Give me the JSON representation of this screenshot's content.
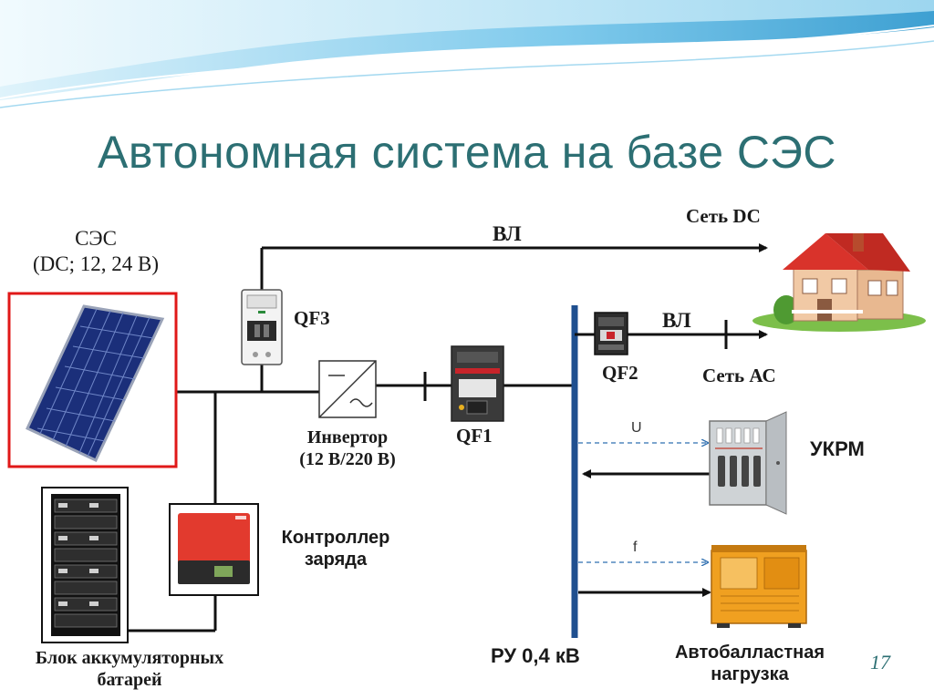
{
  "title": "Автономная система на базе СЭС",
  "page_number": "17",
  "labels": {
    "ses_line1": "СЭС",
    "ses_line2": "(DC; 12, 24 В)",
    "vl_top": "ВЛ",
    "set_dc": "Сеть DC",
    "qf3": "QF3",
    "qf1": "QF1",
    "qf2": "QF2",
    "vl_mid": "ВЛ",
    "set_ac": "Сеть АС",
    "inverter_line1": "Инвертор",
    "inverter_line2": "(12 В/220 В)",
    "ukrm": "УКРМ",
    "u_signal": "U",
    "f_signal": "f",
    "controller_line1": "Контроллер",
    "controller_line2": "заряда",
    "battery_line1": "Блок аккумуляторных",
    "battery_line2": "батарей",
    "ru": "РУ 0,4 кВ",
    "autoballast_line1": "Автобалластная",
    "autoballast_line2": "нагрузка"
  },
  "colors": {
    "title": "#2c6f73",
    "wave_dark": "#4aa9d6",
    "wave_light": "#b9e3f5",
    "busbar": "#1f4f8f",
    "signal_dashed": "#2f6fb0",
    "panel_frame": "#e01818",
    "house_roof": "#d9332b",
    "controller_red": "#e23a2e",
    "load_orange": "#f0a020"
  },
  "icons": {
    "solar_panel": "solar-panel-icon",
    "battery_rack": "battery-rack-icon",
    "charge_controller": "charge-controller-icon",
    "inverter": "inverter-icon",
    "house": "house-icon",
    "capacitor_cabinet": "capacitor-cabinet-icon",
    "ballast_load": "ballast-load-icon",
    "breaker": "circuit-breaker-icon"
  }
}
